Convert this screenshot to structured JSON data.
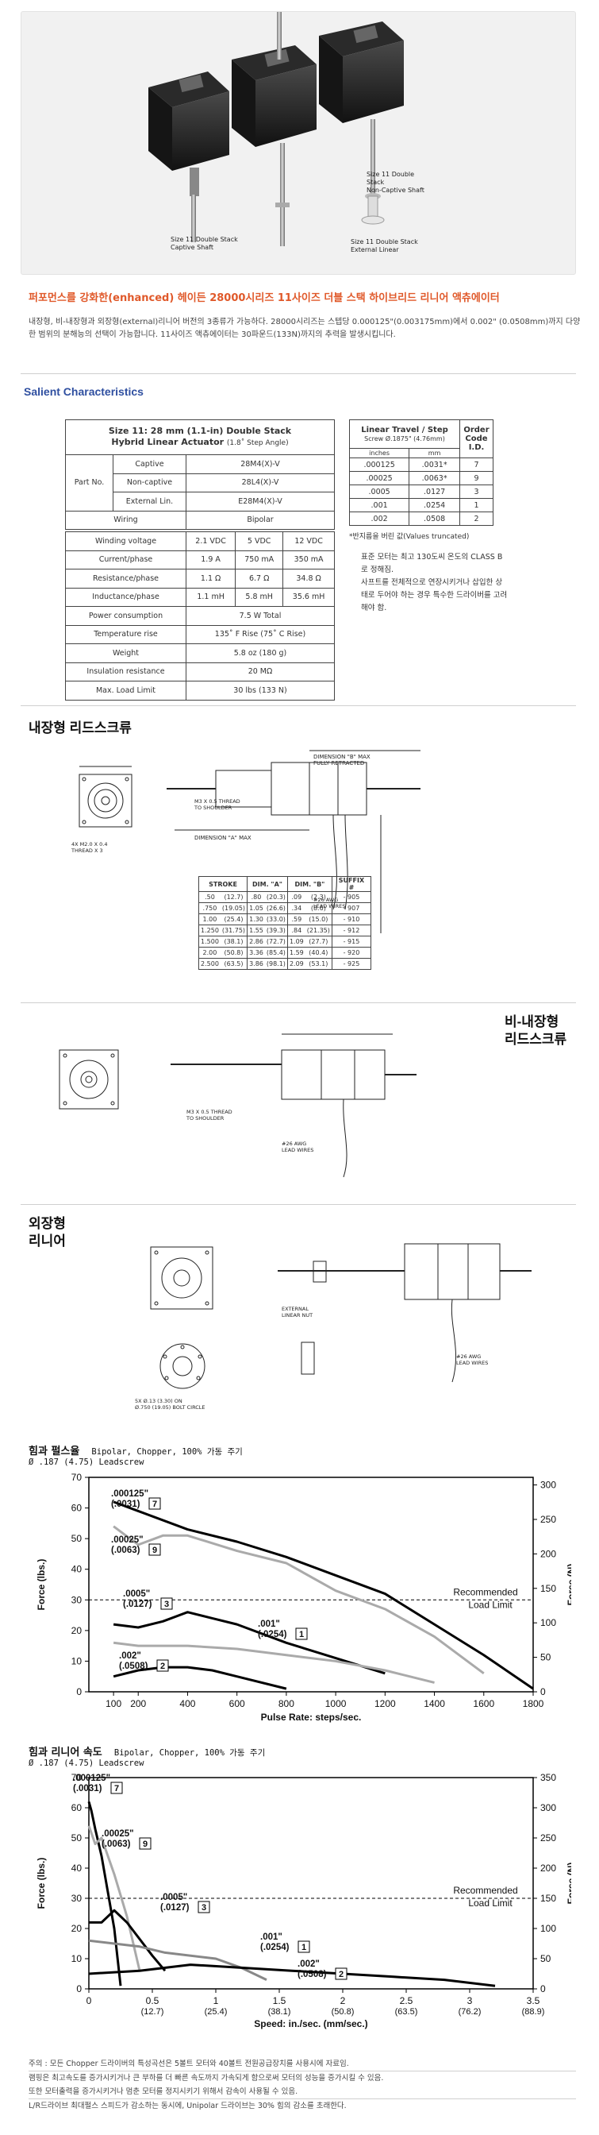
{
  "photo": {
    "caption_left": "Size 11 Double Stack\nCaptive Shaft",
    "caption_mid": "Size 11 Double\nStack\nNon-Captive Shaft",
    "caption_right": "Size 11 Double Stack\nExternal Linear"
  },
  "headline": "퍼포먼스를 강화한(enhanced) 헤이든 28000시리즈 11사이즈 더블 스택 하이브리드 리니어 액츄에이터",
  "intro": "내장형, 비-내장형과 외장형(external)리니어 버전의 3종류가 가능하다. 28000시리즈는 스텝당 0.000125\"(0.003175mm)에서 0.002\" (0.0508mm)까지 다양한 범위의 분해능의 선택이 가능합니다. 11사이즈 액츄에이터는 30파운드(133N)까지의 추력을 발생시킵니다.",
  "salient_title": "Salient Characteristics",
  "spec_table": {
    "title": "Size 11: 28 mm (1.1-in) Double Stack",
    "subtitle": "Hybrid Linear Actuator",
    "subtitle_note": "(1.8˚ Step Angle)",
    "partno_label": "Part No.",
    "partno": [
      {
        "label": "Captive",
        "value": "28M4(X)-V"
      },
      {
        "label": "Non-captive",
        "value": "28L4(X)-V"
      },
      {
        "label": "External Lin.",
        "value": "E28M4(X)-V"
      }
    ],
    "wiring_label": "Wiring",
    "wiring_value": "Bipolar",
    "rows3": [
      {
        "label": "Winding voltage",
        "v": [
          "2.1 VDC",
          "5 VDC",
          "12 VDC"
        ]
      },
      {
        "label": "Current/phase",
        "v": [
          "1.9 A",
          "750 mA",
          "350 mA"
        ]
      },
      {
        "label": "Resistance/phase",
        "v": [
          "1.1 Ω",
          "6.7 Ω",
          "34.8 Ω"
        ]
      },
      {
        "label": "Inductance/phase",
        "v": [
          "1.1 mH",
          "5.8 mH",
          "35.6 mH"
        ]
      }
    ],
    "rows1": [
      {
        "label": "Power consumption",
        "value": "7.5 W Total"
      },
      {
        "label": "Temperature rise",
        "value": "135˚ F Rise (75˚ C Rise)"
      },
      {
        "label": "Weight",
        "value": "5.8 oz (180 g)"
      },
      {
        "label": "Insulation resistance",
        "value": "20 MΩ"
      },
      {
        "label": "Max. Load Limit",
        "value": "30 lbs (133 N)"
      }
    ]
  },
  "travel_table": {
    "h1": "Linear Travel / Step",
    "h2": "Screw Ø.1875\" (4.76mm)",
    "h_in": "inches",
    "h_mm": "mm",
    "h_code": "Order\nCode\nI.D.",
    "rows": [
      {
        "in": ".000125",
        "mm": ".0031*",
        "code": "7"
      },
      {
        "in": ".00025",
        "mm": ".0063*",
        "code": "9"
      },
      {
        "in": ".0005",
        "mm": ".0127",
        "code": "3"
      },
      {
        "in": ".001",
        "mm": ".0254",
        "code": "1"
      },
      {
        "in": ".002",
        "mm": ".0508",
        "code": "2"
      }
    ],
    "note": "*반지름을 버린 값(Values truncated)"
  },
  "class_note": "표준 모터는 최고 130도씨 온도의 CLASS B로 정해짐.\n사프트를 전체적으로 연장시키거나 삽입한 상태로 두어야 하는 경우 특수한 드라이버를 고려해야 함.",
  "sections": {
    "captive": "내장형 리드스크류",
    "noncaptive": "비-내장형\n리드스크류",
    "external": "외장형\n리니어"
  },
  "stroke_table": {
    "headers": [
      "STROKE",
      "DIM. \"A\"",
      "DIM. \"B\"",
      "SUFFIX #"
    ],
    "rows": [
      [
        ".50",
        "(12.7)",
        ".80",
        "(20.3)",
        ".09",
        "(2.3)",
        "- 905"
      ],
      [
        ".750",
        "(19.05)",
        "1.05",
        "(26.6)",
        ".34",
        "(8.6)",
        "- 907"
      ],
      [
        "1.00",
        "(25.4)",
        "1.30",
        "(33.0)",
        ".59",
        "(15.0)",
        "- 910"
      ],
      [
        "1.250",
        "(31.75)",
        "1.55",
        "(39.3)",
        ".84",
        "(21.35)",
        "- 912"
      ],
      [
        "1.500",
        "(38.1)",
        "2.86",
        "(72.7)",
        "1.09",
        "(27.7)",
        "- 915"
      ],
      [
        "2.00",
        "(50.8)",
        "3.36",
        "(85.4)",
        "1.59",
        "(40.4)",
        "- 920"
      ],
      [
        "2.500",
        "(63.5)",
        "3.86",
        "(98.1)",
        "2.09",
        "(53.1)",
        "- 925"
      ]
    ]
  },
  "drawing_labels": {
    "thread1": "M3 X 0.5 THREAD\nTO SHOULDER",
    "thread2": "4X M2.0 X 0.4\nTHREAD X 3",
    "dim_a": "DIMENSION \"A\" MAX",
    "dim_b": "DIMENSION \"B\" MAX\nFULLY RETRACTED",
    "leads": "#26 AWG\nLEAD WIRES",
    "ext_nut": "EXTERNAL\nLINEAR NUT",
    "bolt": "5X Ø.13 (3.30) ON\nØ.750 (19.05) BOLT CIRCLE"
  },
  "chart1": {
    "title": "힘과 펄스율",
    "subtitle": "Bipolar, Chopper, 100% 가동 주기",
    "screw": "Ø .187 (4.75) Leadscrew",
    "xlabel": "Pulse Rate: steps/sec.",
    "ylabel": "Force (lbs.)",
    "y2label": "Force (N)",
    "recommended": "Recommended\nLoad Limit"
  },
  "chart2": {
    "title": "힘과 리니어 속도",
    "subtitle": "Bipolar, Chopper, 100% 가동 주기",
    "screw": "Ø .187 (4.75) Leadscrew",
    "xlabel": "Speed: in./sec. (mm/sec.)",
    "ylabel": "Force (lbs.)",
    "y2label": "Force (N)",
    "recommended": "Recommended\nLoad Limit"
  },
  "chart_data": [
    {
      "type": "line",
      "title": "힘과 펄스율",
      "xlabel": "Pulse Rate: steps/sec.",
      "ylabel": "Force (lbs.)",
      "y2label": "Force (N)",
      "xlim": [
        0,
        1800
      ],
      "ylim": [
        0,
        70
      ],
      "y2lim": [
        0,
        311
      ],
      "x_ticks": [
        100,
        200,
        400,
        600,
        800,
        1000,
        1200,
        1400,
        1600,
        1800
      ],
      "y_ticks": [
        0,
        10,
        20,
        30,
        40,
        50,
        60,
        70
      ],
      "y2_ticks": [
        0,
        50,
        100,
        150,
        200,
        250,
        300
      ],
      "recommended_load_limit": 30,
      "series": [
        {
          "name": ".000125\" (.0031)",
          "code": "7",
          "color": "#000000",
          "x": [
            100,
            200,
            400,
            600,
            800,
            1000,
            1200,
            1400,
            1600,
            1800
          ],
          "y": [
            62,
            59,
            53,
            49,
            44,
            38,
            32,
            22,
            12,
            1
          ]
        },
        {
          "name": ".00025\" (.0063)",
          "code": "9",
          "color": "#aaaaaa",
          "x": [
            100,
            150,
            200,
            300,
            400,
            600,
            800,
            1000,
            1200,
            1400,
            1600
          ],
          "y": [
            54,
            51,
            48,
            51,
            51,
            46,
            42,
            33,
            27,
            18,
            6
          ]
        },
        {
          "name": ".0005\" (.0127)",
          "code": "3",
          "color": "#000000",
          "x": [
            100,
            200,
            300,
            400,
            500,
            600,
            800,
            1000,
            1200
          ],
          "y": [
            22,
            21,
            23,
            26,
            24,
            22,
            16,
            11,
            6
          ]
        },
        {
          "name": ".001\" (.0254)",
          "code": "1",
          "color": "#aaaaaa",
          "x": [
            100,
            200,
            400,
            600,
            800,
            1000,
            1200,
            1400
          ],
          "y": [
            16,
            15,
            15,
            14,
            12,
            10,
            7,
            3
          ]
        },
        {
          "name": ".002\" (.0508)",
          "code": "2",
          "color": "#000000",
          "x": [
            100,
            200,
            300,
            400,
            500,
            600,
            800
          ],
          "y": [
            5,
            7,
            8,
            8,
            7,
            5,
            1
          ]
        }
      ]
    },
    {
      "type": "line",
      "title": "힘과 리니어 속도",
      "xlabel": "Speed: in./sec. (mm/sec.)",
      "ylabel": "Force (lbs.)",
      "y2label": "Force (N)",
      "xlim": [
        0,
        3.5
      ],
      "ylim": [
        0,
        70
      ],
      "y2lim": [
        0,
        350
      ],
      "x_ticks": [
        0,
        0.5,
        1,
        1.5,
        2,
        2.5,
        3,
        3.5
      ],
      "x_tick_labels_mm": [
        "",
        "(12.7)",
        "(25.4)",
        "(38.1)",
        "(50.8)",
        "(63.5)",
        "(76.2)",
        "(88.9)"
      ],
      "y_ticks": [
        0,
        10,
        20,
        30,
        40,
        50,
        60,
        70
      ],
      "y2_ticks": [
        0,
        50,
        100,
        150,
        200,
        250,
        300,
        350
      ],
      "recommended_load_limit": 30,
      "series": [
        {
          "name": ".000125\" (.0031)",
          "code": "7",
          "color": "#000000",
          "x": [
            0,
            0.02,
            0.05,
            0.1,
            0.15,
            0.2,
            0.25
          ],
          "y": [
            62,
            59,
            53,
            44,
            32,
            20,
            1
          ]
        },
        {
          "name": ".00025\" (.0063)",
          "code": "9",
          "color": "#aaaaaa",
          "x": [
            0,
            0.05,
            0.1,
            0.2,
            0.3,
            0.4
          ],
          "y": [
            54,
            48,
            50,
            38,
            24,
            6
          ]
        },
        {
          "name": ".0005\" (.0127)",
          "code": "3",
          "color": "#000000",
          "x": [
            0,
            0.1,
            0.2,
            0.3,
            0.5,
            0.6
          ],
          "y": [
            22,
            22,
            26,
            22,
            11,
            6
          ]
        },
        {
          "name": ".001\" (.0254)",
          "code": "1",
          "color": "#888888",
          "x": [
            0,
            0.2,
            0.4,
            0.6,
            1.0,
            1.2,
            1.4
          ],
          "y": [
            16,
            15,
            14,
            12,
            10,
            7,
            3
          ]
        },
        {
          "name": ".002\" (.0508)",
          "code": "2",
          "color": "#000000",
          "x": [
            0,
            0.4,
            0.8,
            1.2,
            1.6,
            2.0,
            2.4,
            2.8,
            3.2
          ],
          "y": [
            5,
            6,
            8,
            7,
            6,
            5,
            4,
            3,
            1
          ]
        }
      ]
    }
  ],
  "footer": [
    "주의 : 모든 Chopper 드라이버의 특성곡선은 5볼트 모터와 40볼트 전원공급장치를 사용시에 자료임.",
    "램핑은 최고속도를 증가시키거나 큰 부하를 더 빠른 속도까지 가속되게 함으로써 모터의 성능을 증가시킬 수 있음.",
    "또한 모터출력을 증가시키거나 멈춘 모터를 정지시키기 위해서 감속이 사용될 수 있음.",
    "L/R드라이브 최대펄스 스피드가 감소하는 동시에, Unipolar 드라이브는 30% 힘의 감소를 초래한다."
  ]
}
